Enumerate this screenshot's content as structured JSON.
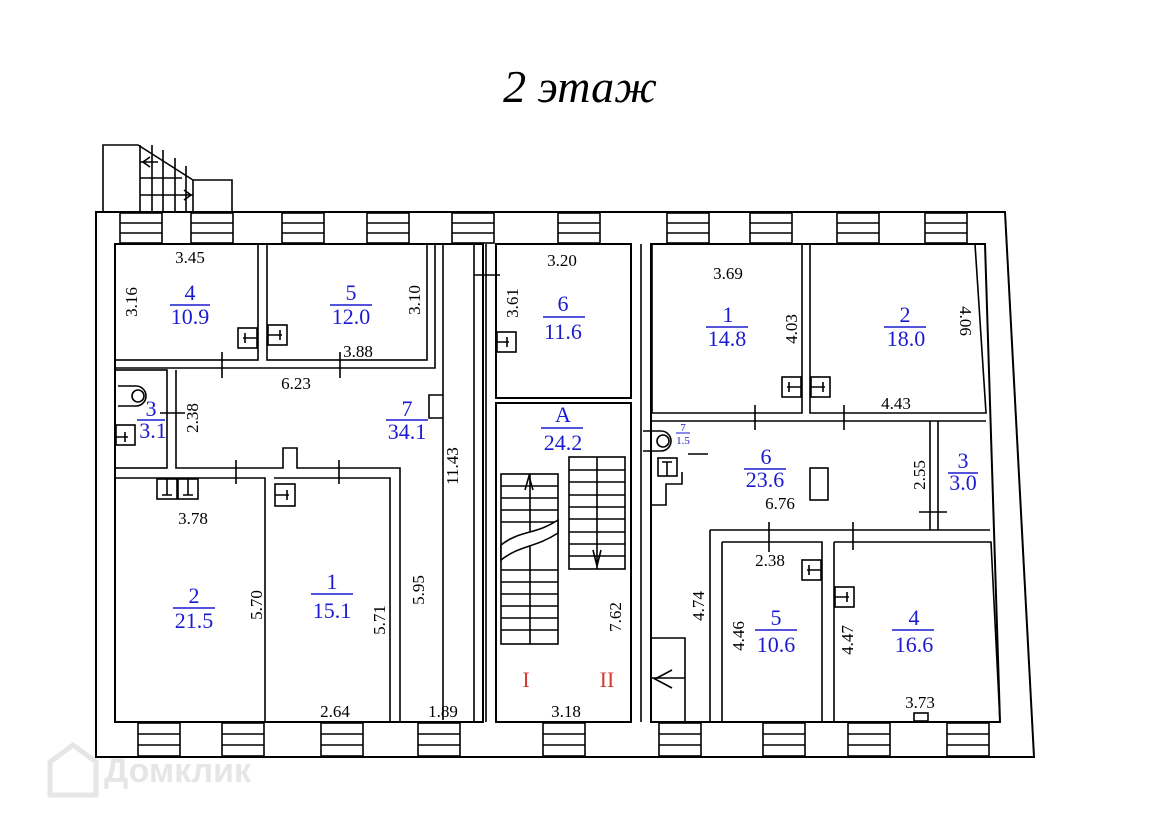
{
  "title": "2 этаж",
  "watermark": "Домклик",
  "colors": {
    "room_labels": "#1a1ad0",
    "section_labels": "#d63a2e",
    "lines": "#000000"
  },
  "left_wing": {
    "rooms": [
      {
        "num": "4",
        "area": "10.9",
        "dims": [
          "3.45",
          "3.16"
        ]
      },
      {
        "num": "5",
        "area": "12.0",
        "dims": [
          "3.10",
          "3.88"
        ]
      },
      {
        "num": "3",
        "area": "3.1",
        "dims": [
          "2.38"
        ]
      },
      {
        "num": "7",
        "area": "34.1",
        "dims": [
          "6.23",
          "11.43"
        ]
      },
      {
        "num": "2",
        "area": "21.5",
        "dims": [
          "3.78",
          "5.70"
        ]
      },
      {
        "num": "1",
        "area": "15.1",
        "dims": [
          "5.71",
          "2.64"
        ]
      }
    ],
    "extra_dims": [
      "5.95",
      "1.89"
    ]
  },
  "center": {
    "rooms": [
      {
        "num": "6",
        "area": "11.6",
        "dims": [
          "3.20",
          "3.61"
        ]
      },
      {
        "num": "А",
        "area": "24.2",
        "dims": [
          "7.62",
          "3.18"
        ]
      }
    ],
    "sections": [
      "I",
      "II"
    ]
  },
  "right_wing": {
    "rooms": [
      {
        "num": "1",
        "area": "14.8",
        "dims": [
          "3.69",
          "4.03"
        ]
      },
      {
        "num": "2",
        "area": "18.0",
        "dims": [
          "4.06",
          "4.43"
        ]
      },
      {
        "num": "7",
        "area": "1.5"
      },
      {
        "num": "6",
        "area": "23.6",
        "dims": [
          "6.76"
        ]
      },
      {
        "num": "3",
        "area": "3.0",
        "dims": [
          "2.55"
        ]
      },
      {
        "num": "5",
        "area": "10.6",
        "dims": [
          "2.38",
          "4.46"
        ]
      },
      {
        "num": "4",
        "area": "16.6",
        "dims": [
          "4.47",
          "3.73"
        ]
      }
    ],
    "extra_dims": [
      "4.74"
    ]
  },
  "icons": [
    "staircase-icon",
    "toilet-icon",
    "radiator-icon",
    "entrance-arrow-icon",
    "window-icon",
    "house-logo-icon"
  ]
}
